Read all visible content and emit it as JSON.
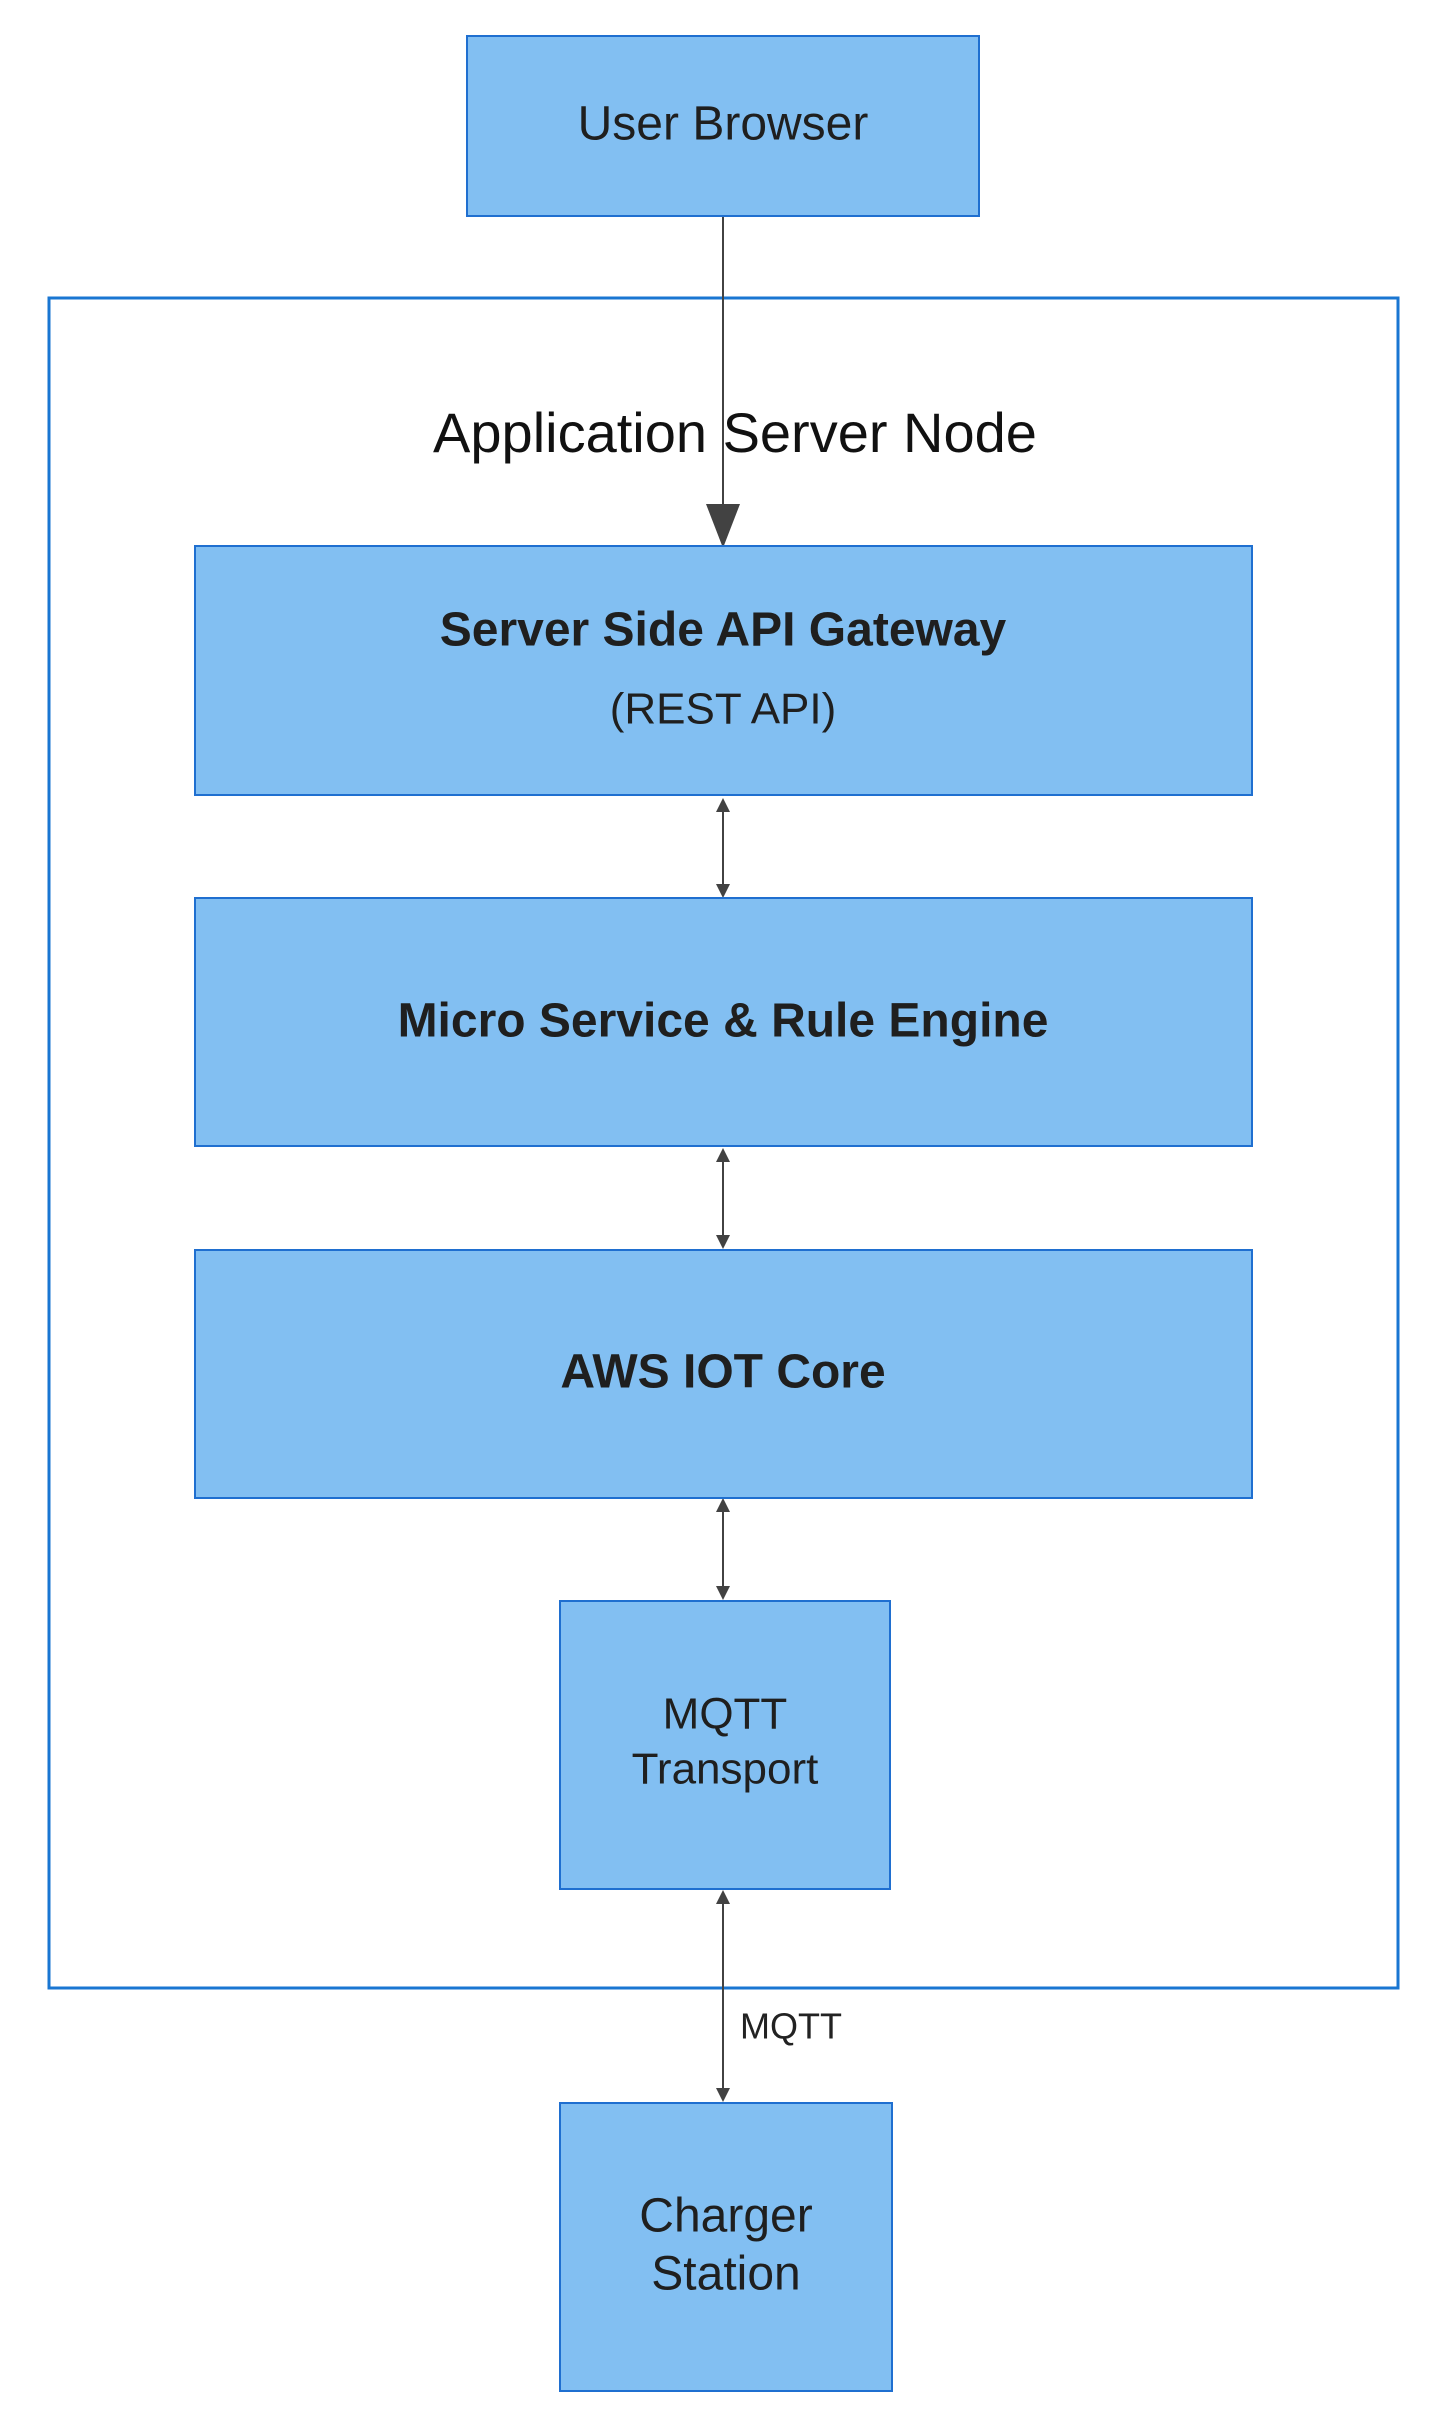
{
  "group": {
    "title": "Application Server Node",
    "border_color": "#1976d2"
  },
  "nodes": {
    "user_browser": {
      "label": "User Browser"
    },
    "api_gateway": {
      "title": "Server Side API Gateway",
      "subtitle": "(REST API)"
    },
    "micro_service": {
      "label": "Micro Service & Rule Engine"
    },
    "aws_iot": {
      "label": "AWS IOT Core"
    },
    "mqtt_transport": {
      "line1": "MQTT",
      "line2": "Transport"
    },
    "charger_station": {
      "line1": "Charger",
      "line2": "Station"
    }
  },
  "edges": {
    "transport_charger": {
      "label": "MQTT"
    }
  },
  "colors": {
    "node_fill": "#82bff2",
    "node_border": "#1f6fd0",
    "edge": "#424242"
  }
}
